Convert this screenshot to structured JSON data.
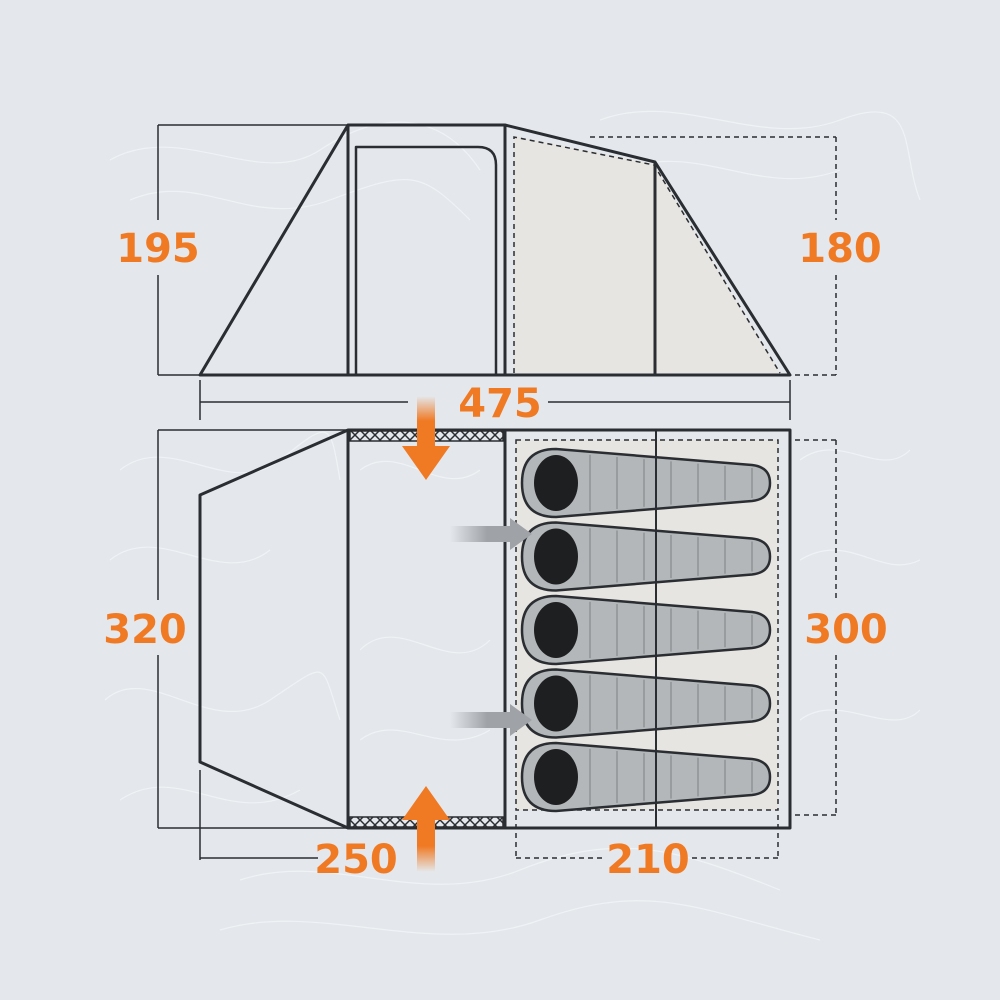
{
  "colors": {
    "background": "#e4e8ec",
    "outline": "#2a2d31",
    "accent": "#f07a24",
    "inner_fill": "#e7e5e1",
    "bag_fill": "#b4b7ba",
    "bag_head": "#1e1f21",
    "arrow_grey": "#9fa3a7"
  },
  "dimensions": {
    "side_height_living": "195",
    "side_height_bedroom": "180",
    "total_length": "475",
    "floor_width_living": "320",
    "floor_width_bedroom": "300",
    "living_length": "250",
    "bedroom_length": "210"
  },
  "sleeping_bags": 5,
  "icons": {
    "door_arrow": "orange-arrow-icon",
    "entry_arrow": "grey-arrow-icon",
    "mesh_vent": "mesh-vent-icon"
  }
}
